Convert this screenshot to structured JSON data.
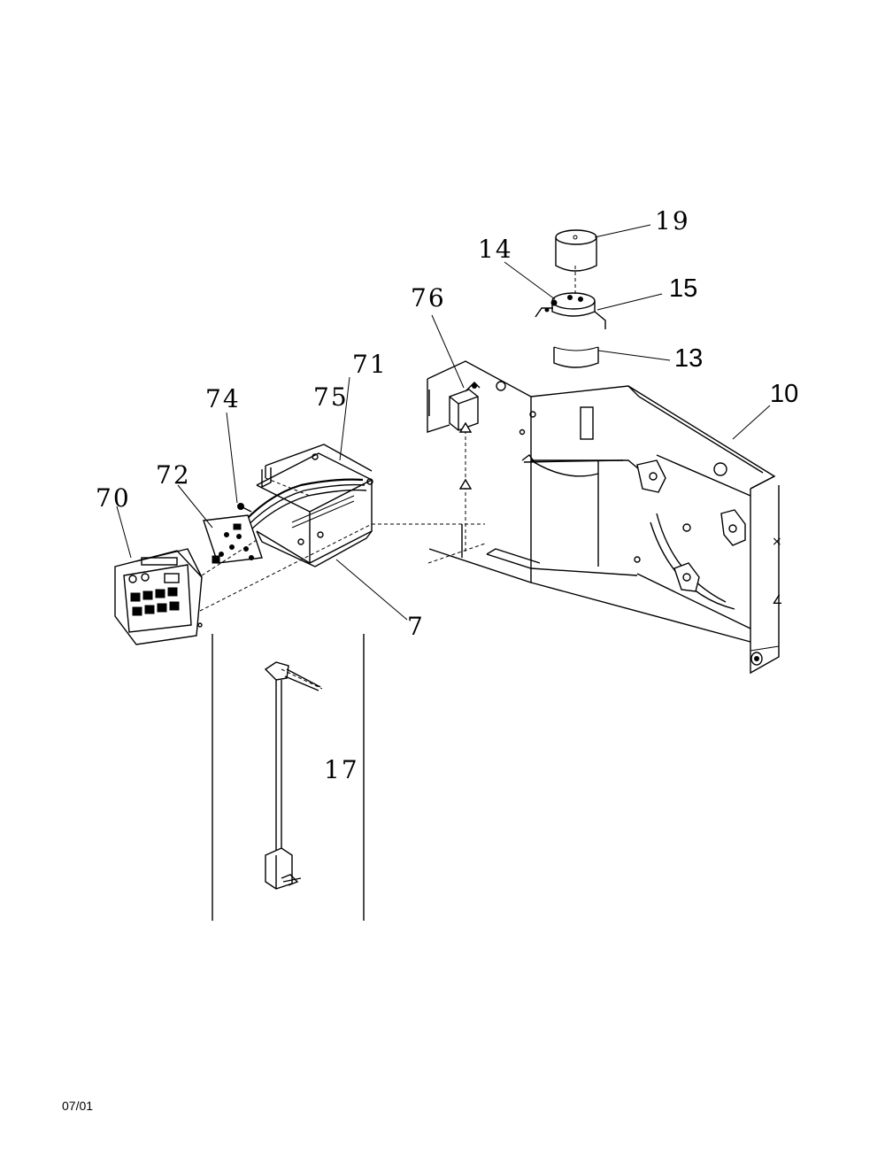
{
  "callouts": {
    "p19": "19",
    "p14": "14",
    "p15": "15",
    "p76": "76",
    "p13": "13",
    "p71": "71",
    "p75": "75",
    "p10": "10",
    "p74": "74",
    "p72": "72",
    "p70": "70",
    "p7": "7",
    "p17": "17"
  },
  "footer": {
    "date": "07/01"
  }
}
